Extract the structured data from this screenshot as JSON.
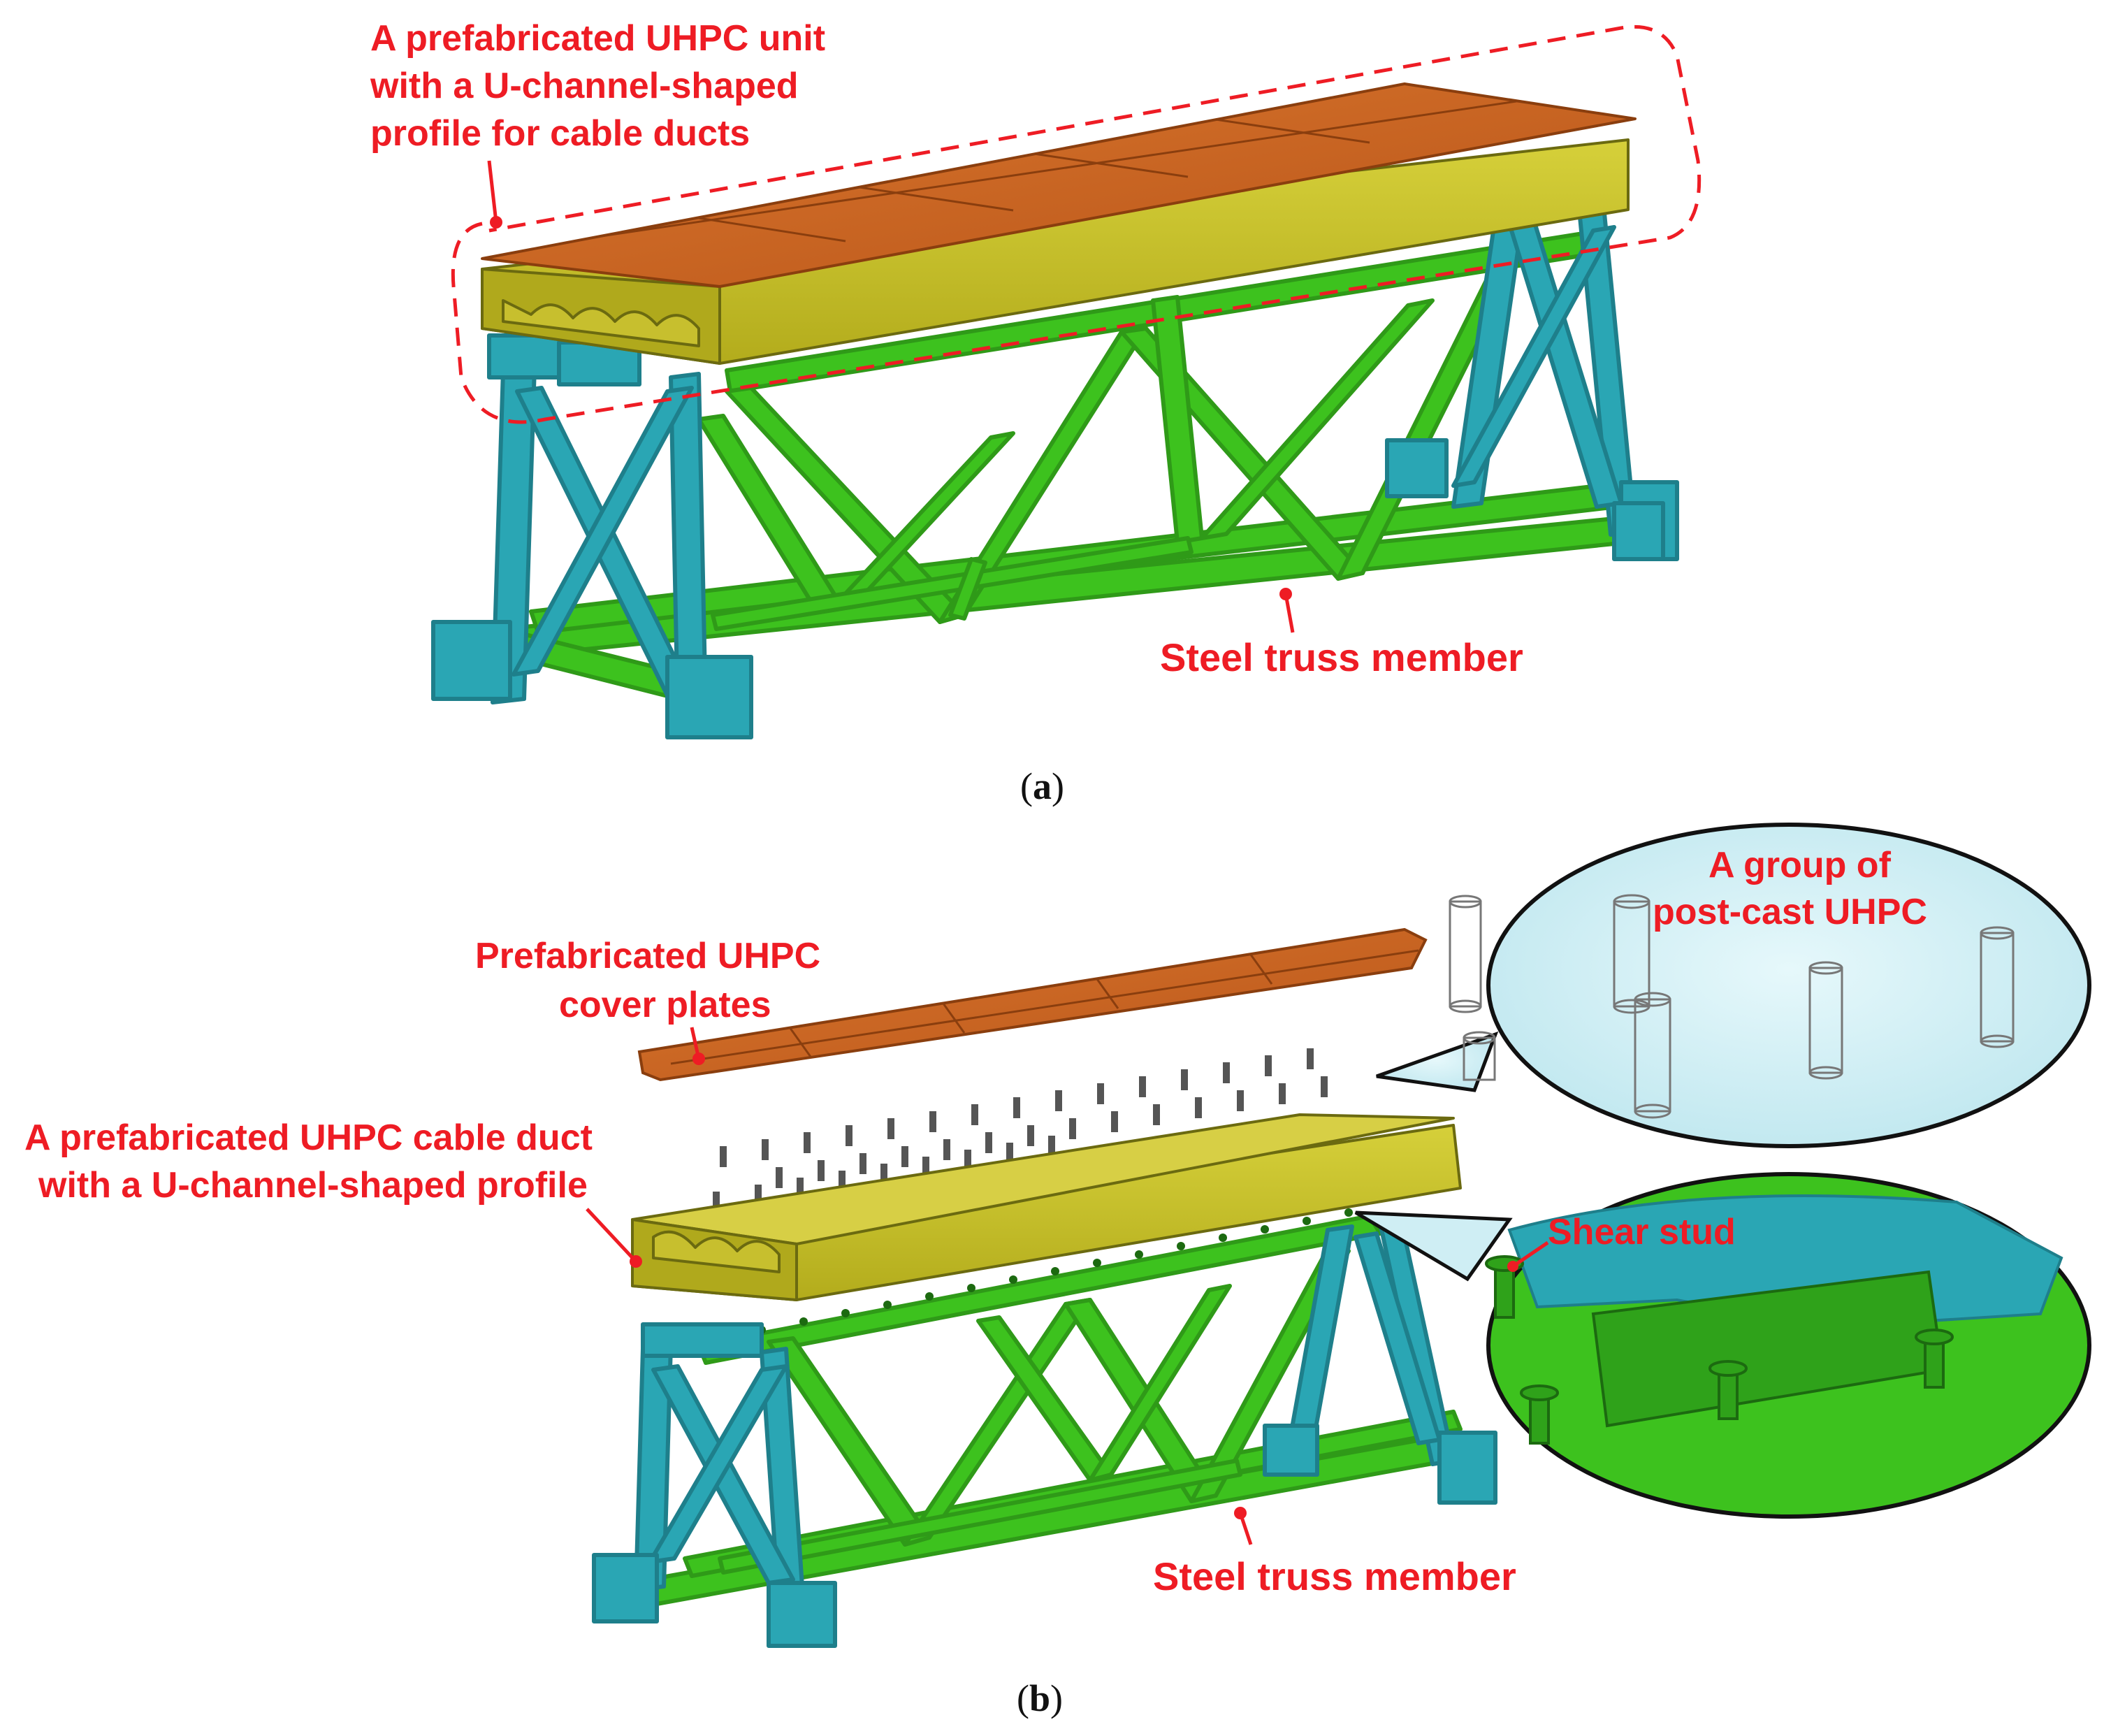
{
  "panel_a": {
    "caption": "(a)",
    "caption_letter": "a",
    "unit_label": {
      "line1": "A prefabricated UHPC unit",
      "line2": "with a U-channel-shaped",
      "line3": "profile for cable ducts"
    },
    "truss_label": "Steel truss member"
  },
  "panel_b": {
    "caption": "(b)",
    "caption_letter": "b",
    "cover_label": {
      "line1": "Prefabricated UHPC",
      "line2": "cover plates"
    },
    "duct_label": {
      "line1": "A prefabricated UHPC cable duct",
      "line2": "with a U-channel-shaped profile"
    },
    "postcast_label": {
      "line1": "A group of",
      "line2": "post-cast UHPC"
    },
    "stud_label": "Shear stud",
    "truss_label": "Steel truss member"
  },
  "colors": {
    "annotation_red": "#ee1c24",
    "uhpc_top": "#c8621e",
    "uhpc_side": "#c9c22a",
    "truss_green": "#3dc21e",
    "truss_teal": "#2aa6b4",
    "callout_fill": "#cfeef4"
  }
}
